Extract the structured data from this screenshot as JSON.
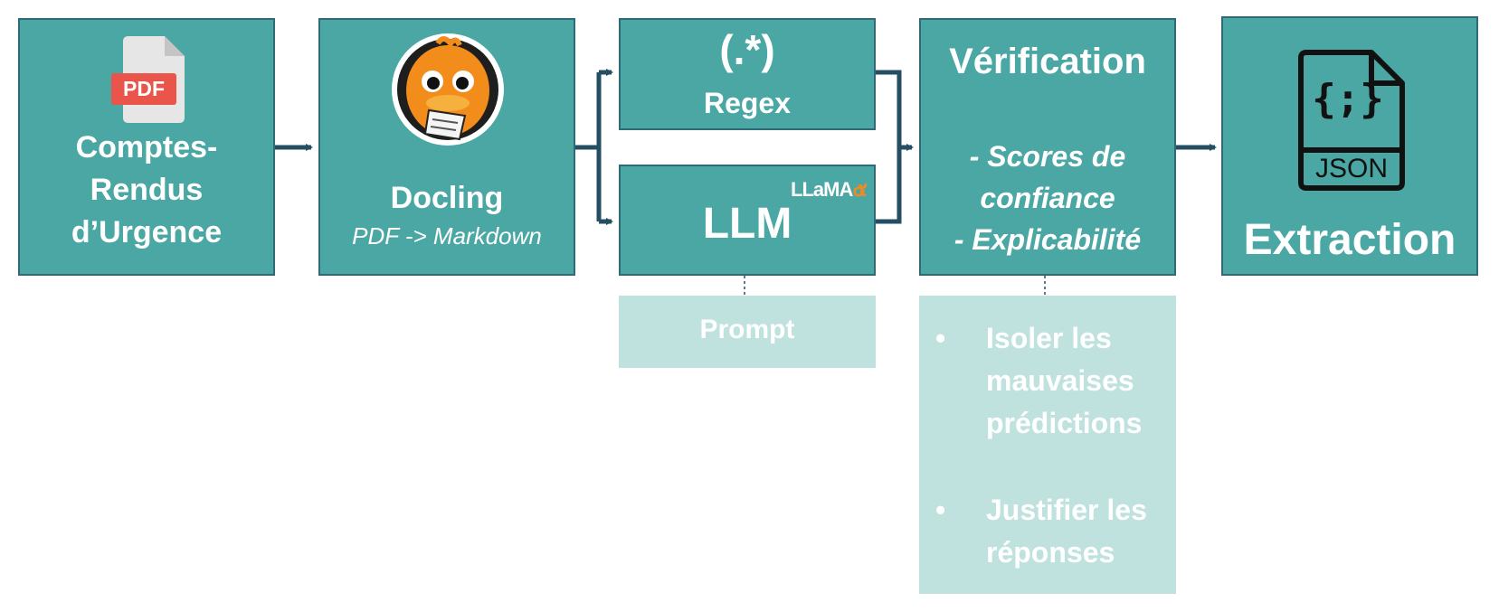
{
  "colors": {
    "box": "#4aa7a4",
    "border": "#2e6a77",
    "light": "#bfe2df",
    "arrow": "#264e63",
    "pdf": "#e9554a",
    "llama": "#f08a24"
  },
  "source": {
    "icon_label": "PDF",
    "title_lines": [
      "Comptes-",
      "Rendus",
      "d’Urgence"
    ]
  },
  "docling": {
    "title": "Docling",
    "subtitle": "PDF -> Markdown"
  },
  "regex": {
    "symbol": "(.*)",
    "label": "Regex"
  },
  "llm": {
    "logo": "LLaMA",
    "label": "LLM"
  },
  "prompt": {
    "label": "Prompt"
  },
  "verification": {
    "title": "Vérification",
    "lines": [
      "- Scores de",
      "confiance",
      "- Explicabilité"
    ],
    "notes": [
      {
        "bullet": "•",
        "lines": [
          "Isoler les",
          "mauvaises",
          "prédictions"
        ]
      },
      {
        "bullet": "•",
        "lines": [
          "Justifier les",
          "réponses"
        ]
      }
    ]
  },
  "extraction": {
    "icon_top": "{;}",
    "icon_label": "JSON",
    "title": "Extraction"
  }
}
